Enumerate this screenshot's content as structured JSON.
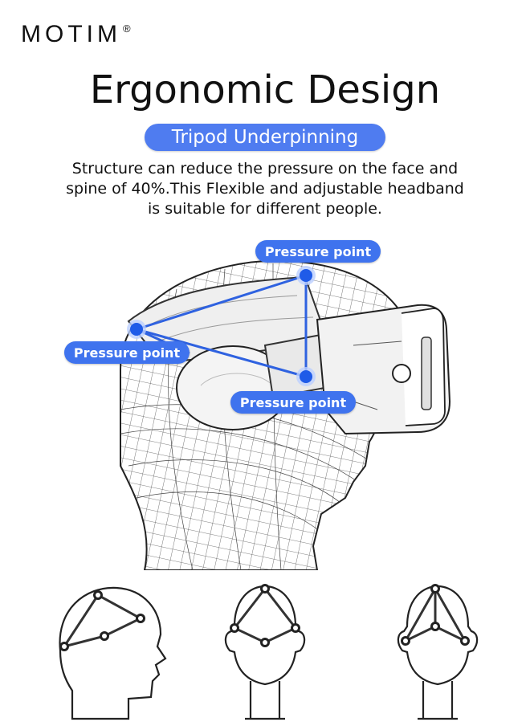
{
  "brand": {
    "name": "MOTIM",
    "registered_mark": "®"
  },
  "header": {
    "title": "Ergonomic Design"
  },
  "badge": {
    "label": "Tripod Underpinning"
  },
  "description": {
    "line1": "Structure can reduce the pressure on the face and",
    "line2": "spine of 40%.This Flexible and adjustable headband",
    "line3": "is suitable for different people."
  },
  "callouts": {
    "top": "Pressure point",
    "left": "Pressure point",
    "bottom": "Pressure point"
  },
  "colors": {
    "accent": "#4f7cf0",
    "point": "#1f5be8",
    "line": "#2f62e0"
  },
  "icons": [
    "wireframe-head-illustration",
    "vr-headset-illustration",
    "head-side-diagram-icon",
    "head-front-diagram-icon",
    "head-back-diagram-icon"
  ]
}
